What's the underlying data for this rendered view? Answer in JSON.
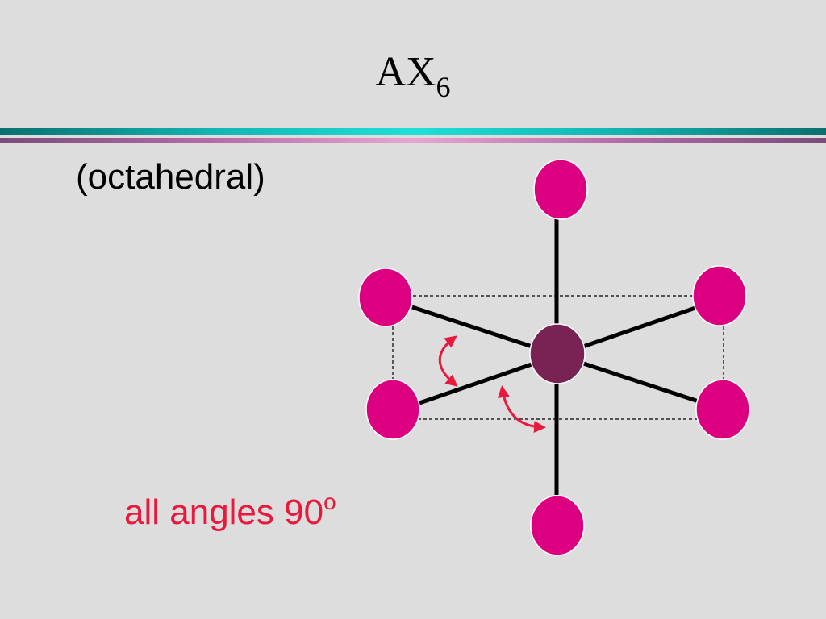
{
  "slide": {
    "title_main": "AX",
    "title_subscript": "6",
    "subtitle": "(octahedral)",
    "caption_main": "all angles 90",
    "caption_superscript": "o"
  },
  "colors": {
    "background": "#dddddd",
    "ligand_atom": "#dc0080",
    "central_atom": "#782354",
    "bond": "#000000",
    "angle_arrow": "#e8193c",
    "caption_text": "#e8193c",
    "rule_teal": "#1ee0d8",
    "rule_pink": "#e6a6d2"
  },
  "molecule": {
    "central_atom": "A",
    "ligand_count": 6,
    "ligands": [
      "axial-top",
      "axial-bottom",
      "equatorial-back-left",
      "equatorial-front-left",
      "equatorial-back-right",
      "equatorial-front-right"
    ],
    "bond_angle_degrees": 90
  }
}
